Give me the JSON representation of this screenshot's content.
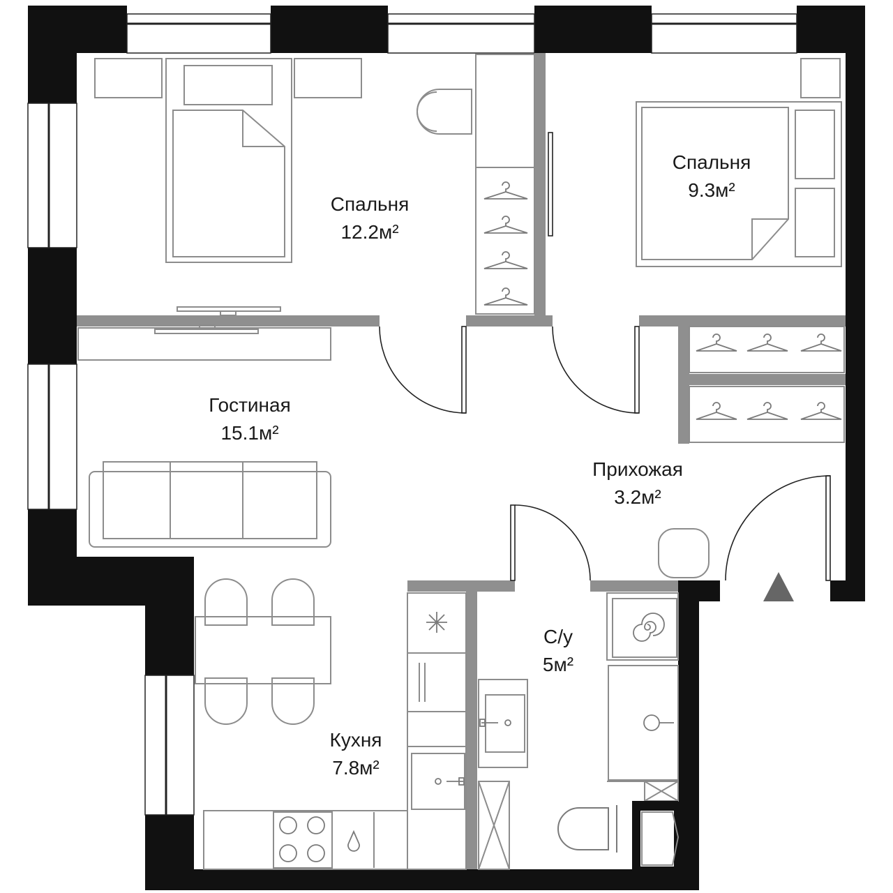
{
  "colors": {
    "exterior_wall": "#111111",
    "partition": "#8f8f8f",
    "furniture_line": "#8c8c8c",
    "background": "#ffffff",
    "label": "#1a1a1a"
  },
  "rooms": {
    "bedroom_1": {
      "name": "Спальня",
      "area": "12.2м²"
    },
    "bedroom_2": {
      "name": "Спальня",
      "area": "9.3м²"
    },
    "living_room": {
      "name": "Гостиная",
      "area": "15.1м²"
    },
    "hallway": {
      "name": "Прихожая",
      "area": "3.2м²"
    },
    "bathroom": {
      "name": "С/у",
      "area": "5м²"
    },
    "kitchen": {
      "name": "Кухня",
      "area": "7.8м²"
    }
  },
  "icons": {
    "entrance": "entrance-arrow-icon",
    "hanger": "hanger-icon",
    "stove": "stove-burners-icon",
    "washer": "washing-machine-icon",
    "sink": "sink-icon",
    "toilet": "toilet-icon",
    "shower": "shower-icon"
  }
}
